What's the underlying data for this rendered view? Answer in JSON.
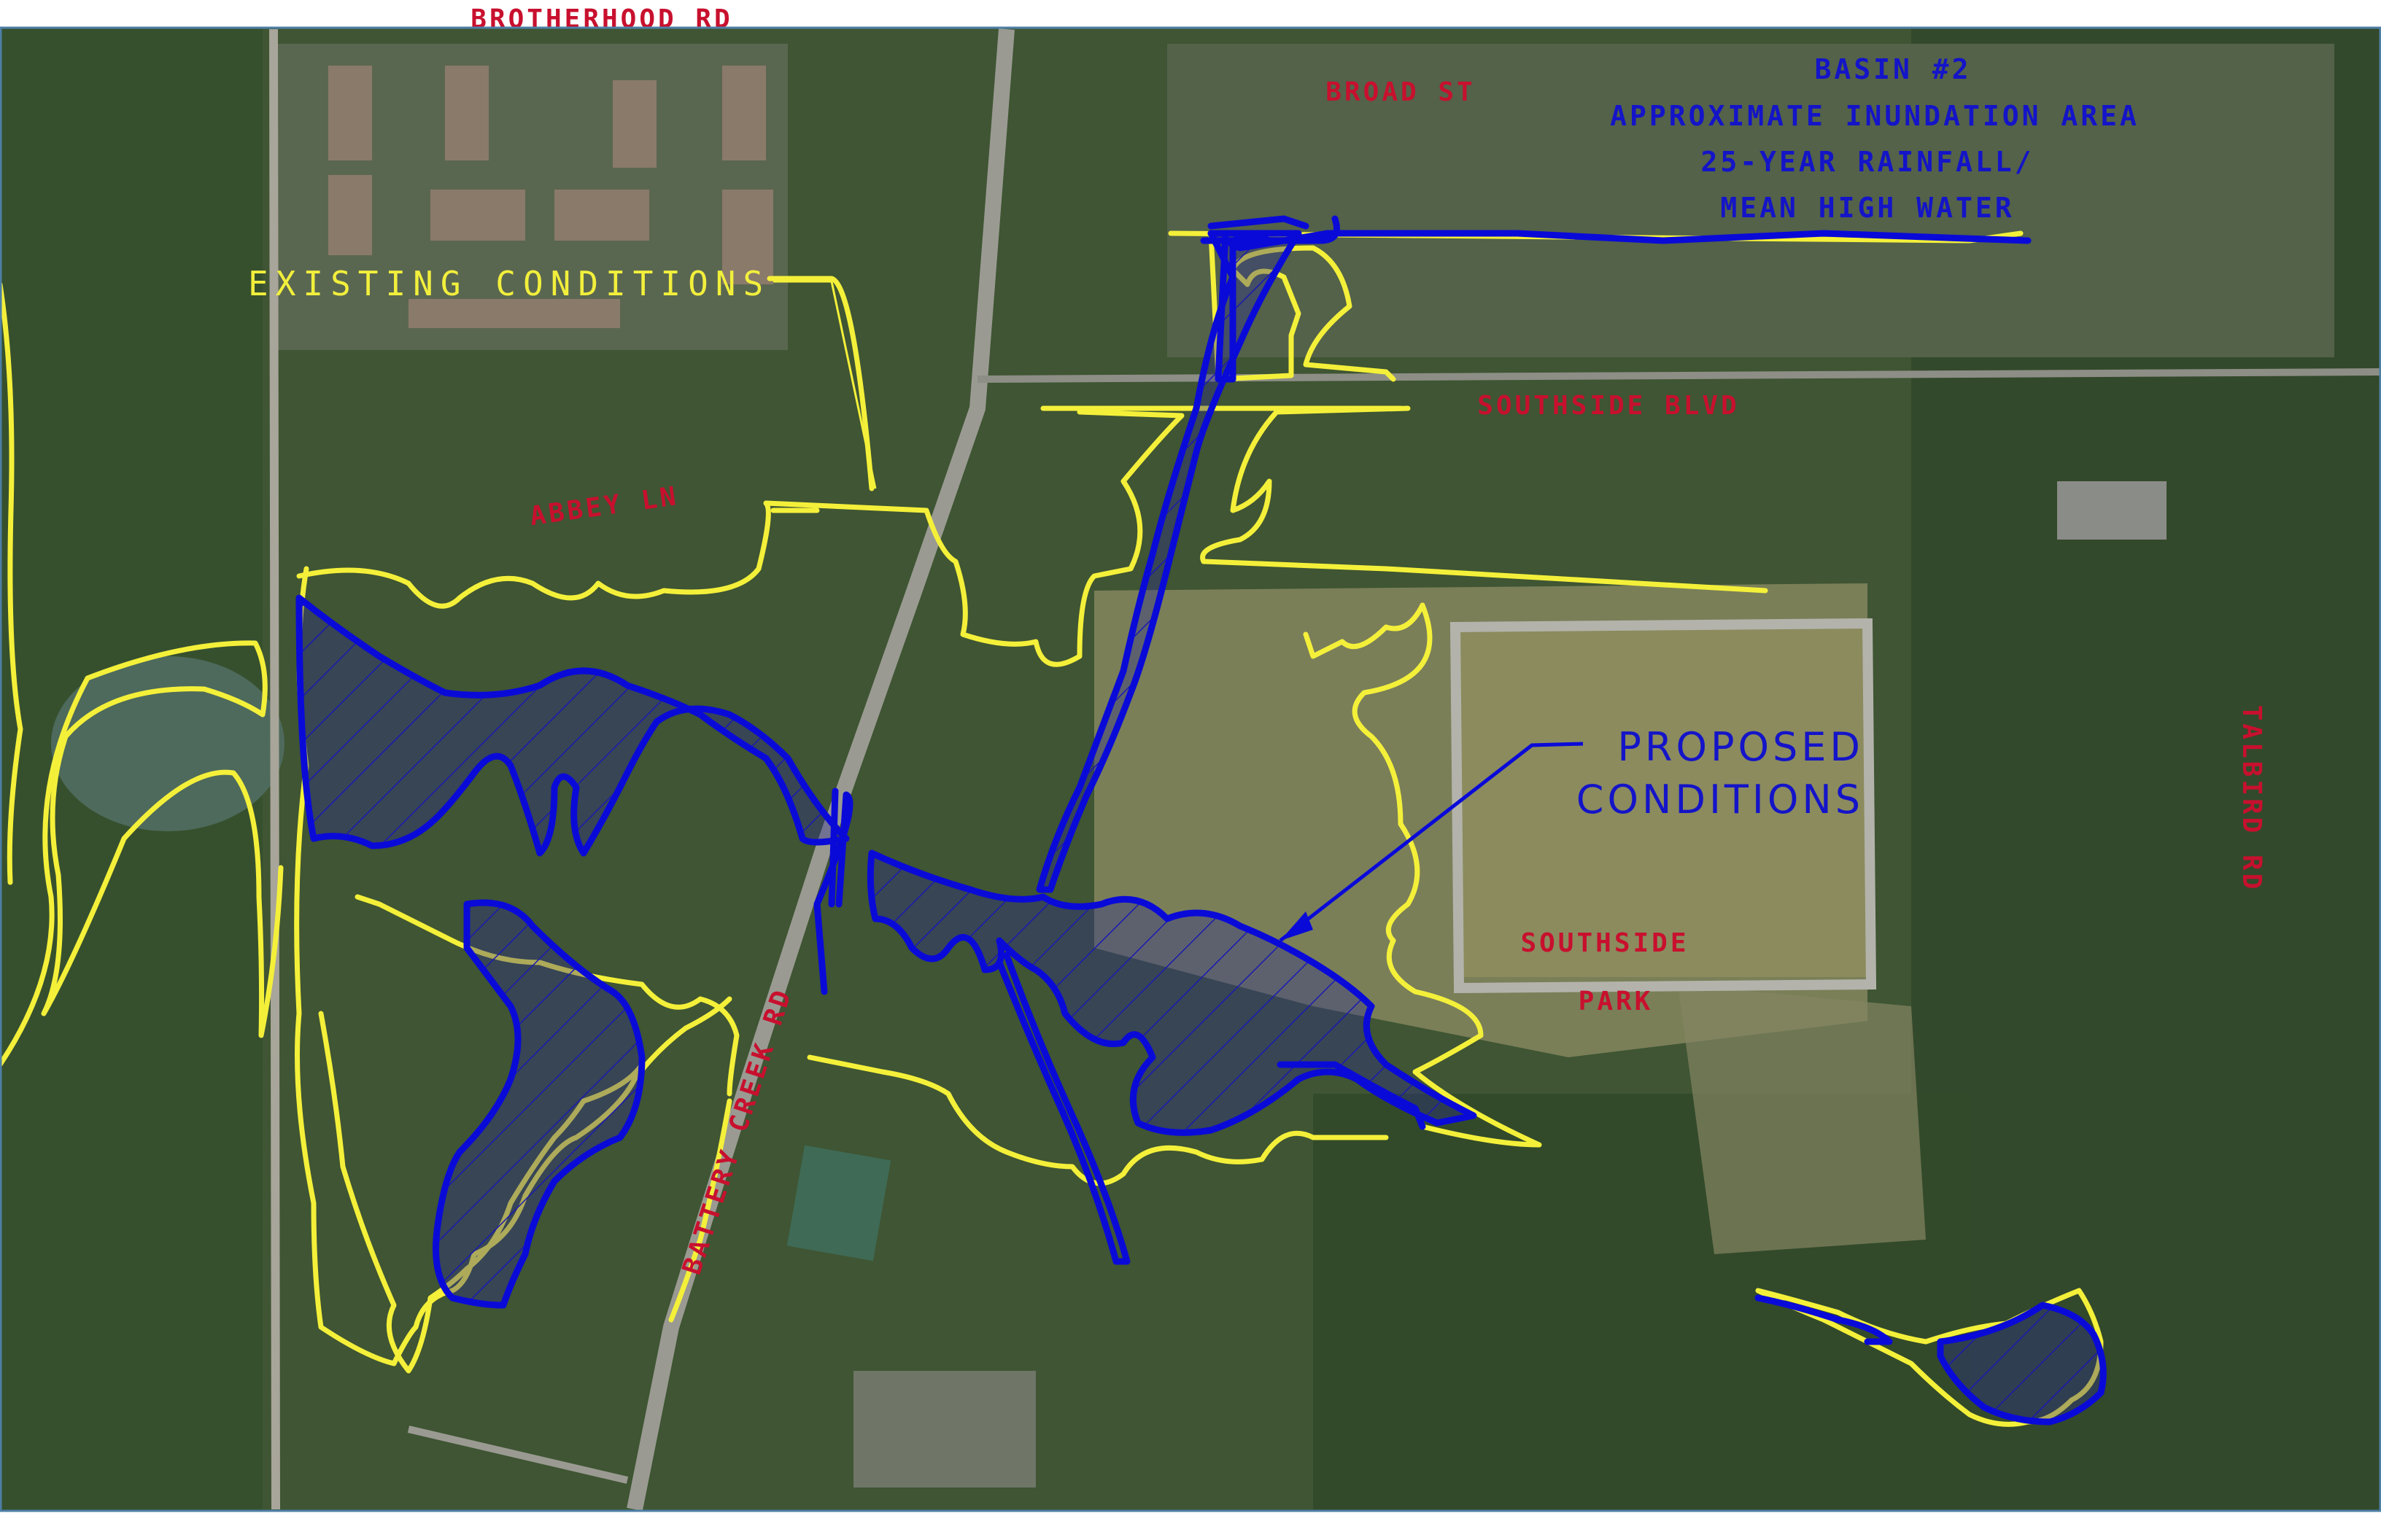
{
  "title_block": {
    "line1": "BASIN #2",
    "line2": "APPROXIMATE INUNDATION AREA",
    "line3": "25-YEAR RAINFALL/",
    "line4": "MEAN HIGH WATER"
  },
  "streets": {
    "brotherhood_rd": "BROTHERHOOD RD",
    "broad_st": "BROAD ST",
    "southside_blvd": "SOUTHSIDE BLVD",
    "abbey_ln": "ABBEY LN",
    "battery_creek_rd": "BATTERY CREEK RD",
    "talbird_rd": "TALBIRD RD"
  },
  "park": {
    "name_line1": "SOUTHSIDE",
    "name_line2": "PARK"
  },
  "callouts": {
    "existing": "EXISTING CONDITIONS",
    "proposed_line1": "PROPOSED",
    "proposed_line2": "CONDITIONS"
  },
  "legend_colors": {
    "existing_conditions": "#f4f03a",
    "proposed_conditions": "#0a0ad8",
    "street_labels": "#c8102e"
  }
}
